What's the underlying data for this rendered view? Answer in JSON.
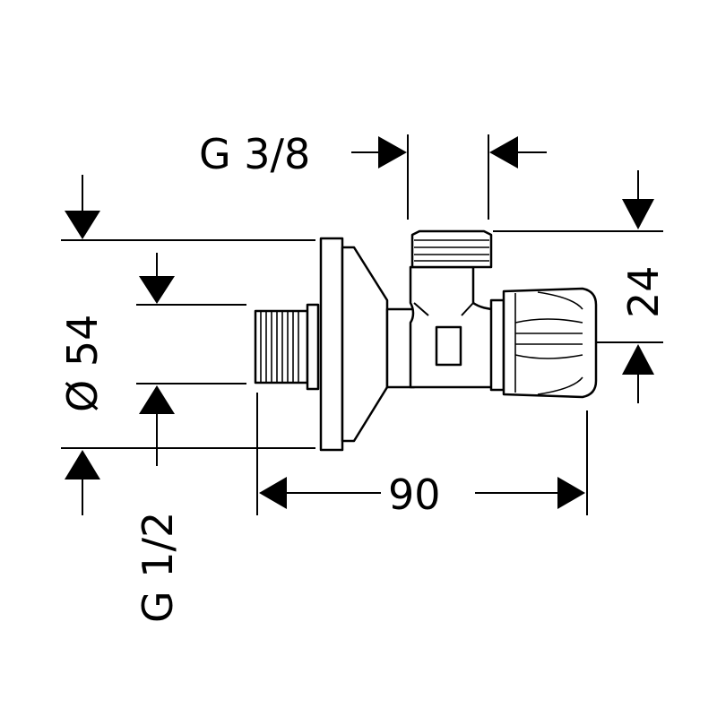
{
  "dimensions": {
    "outlet_thread": "G 3/8",
    "inlet_thread": "G 1/2",
    "flange_diameter": "Ø 54",
    "outlet_offset": "24",
    "overall_length": "90"
  },
  "colors": {
    "line": "#000000",
    "background": "#ffffff"
  }
}
